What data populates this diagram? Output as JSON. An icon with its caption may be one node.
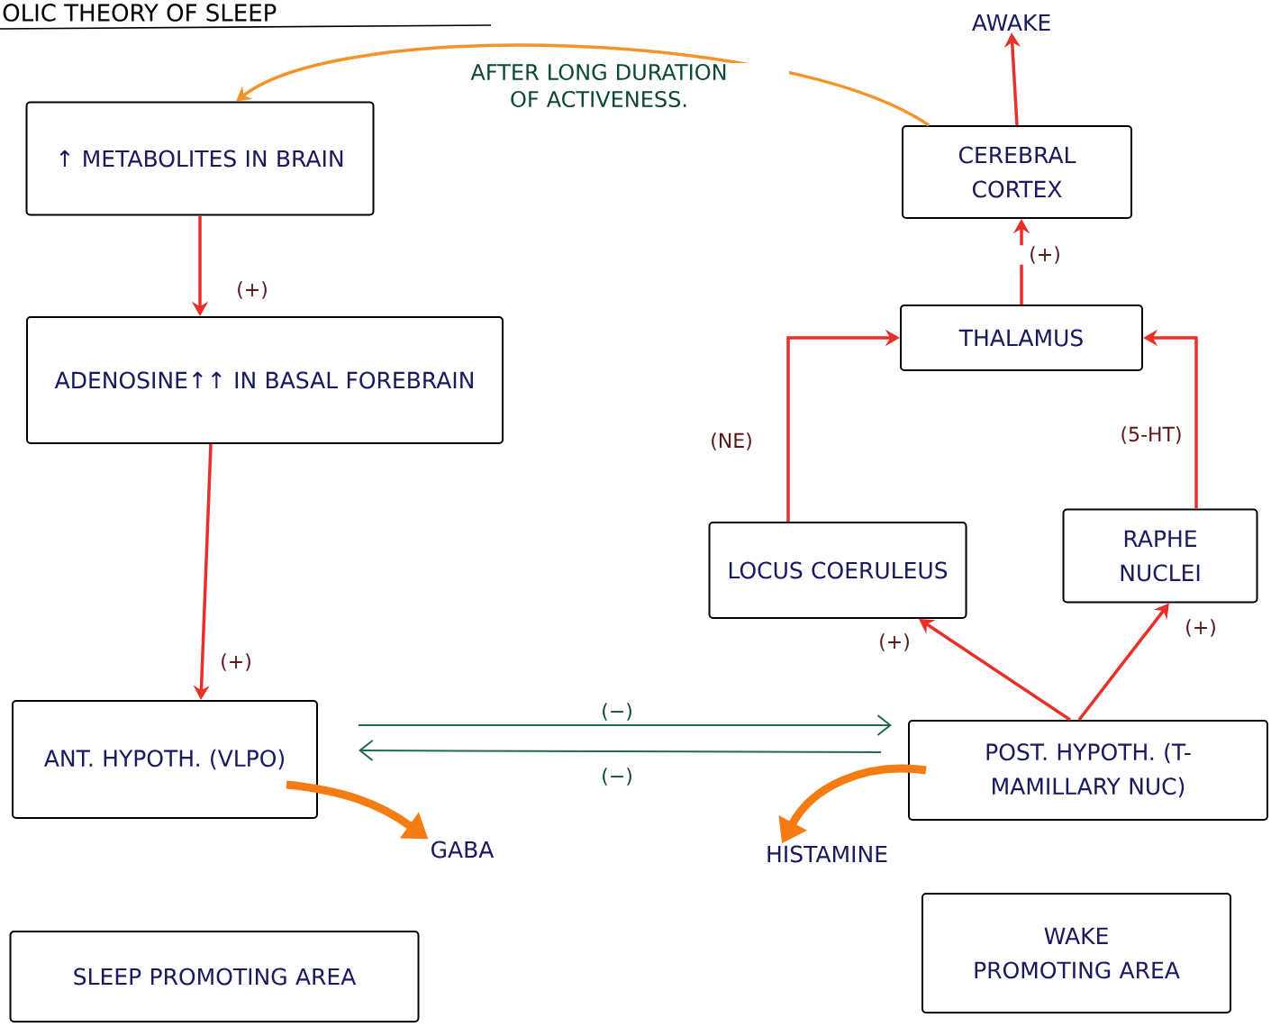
{
  "diagram": {
    "title": "OLIC THEORY OF SLEEP",
    "nodes": [
      {
        "text": [
          "↑ METABOLITES IN BRAIN"
        ]
      },
      {
        "text": [
          "ADENOSINE↑↑ IN BASAL FOREBRAIN"
        ]
      },
      {
        "text": [
          "ANT. HYPOTH. (VLPO)"
        ]
      },
      {
        "text": [
          "GABA"
        ]
      },
      {
        "text": [
          "SLEEP PROMOTING AREA"
        ]
      },
      {
        "text": [
          "AWAKE"
        ]
      },
      {
        "text": [
          "CEREBRAL CORTEX"
        ]
      },
      {
        "text": [
          "THALAMUS"
        ]
      },
      {
        "text": [
          "LOCUS COERULEUS"
        ]
      },
      {
        "text": [
          "RAPHE NUCLEI"
        ]
      },
      {
        "text": [
          "POST. HYPOTH. (T-MAMILLARY NUC)"
        ]
      },
      {
        "text": [
          "HISTAMINE"
        ]
      },
      {
        "text": [
          "WAKE PROMOTING AREA"
        ]
      }
    ],
    "edges": [
      {
        "from": 6,
        "to": 0,
        "arrow": "to",
        "label": "AFTER LONG DURATION OF ACTIVENESS.",
        "color": "#f5922a"
      },
      {
        "from": 0,
        "to": 1,
        "arrow": "to",
        "label": "(+)"
      },
      {
        "from": 1,
        "to": 2,
        "arrow": "to",
        "label": "(+)"
      },
      {
        "from": 2,
        "to": 10,
        "arrow": "to",
        "label": "(−)",
        "color": "#1f6b4a"
      },
      {
        "from": 10,
        "to": 2,
        "arrow": "to",
        "label": "(−)",
        "color": "#1f6b4a"
      },
      {
        "from": 2,
        "to": 3,
        "arrow": "to",
        "style": "thick",
        "color": "#f57c12"
      },
      {
        "from": 10,
        "to": 11,
        "arrow": "to",
        "style": "thick",
        "color": "#f57c12"
      },
      {
        "from": 6,
        "to": 5,
        "arrow": "to"
      },
      {
        "from": 7,
        "to": 6,
        "arrow": "to",
        "label": "(+)"
      },
      {
        "from": 8,
        "to": 7,
        "arrow": "to",
        "label": "(NE)"
      },
      {
        "from": 9,
        "to": 7,
        "arrow": "to",
        "label": "(5-HT)"
      },
      {
        "from": 10,
        "to": 8,
        "arrow": "to",
        "label": "(+)"
      },
      {
        "from": 10,
        "to": 9,
        "arrow": "to",
        "label": "(+)"
      }
    ]
  }
}
